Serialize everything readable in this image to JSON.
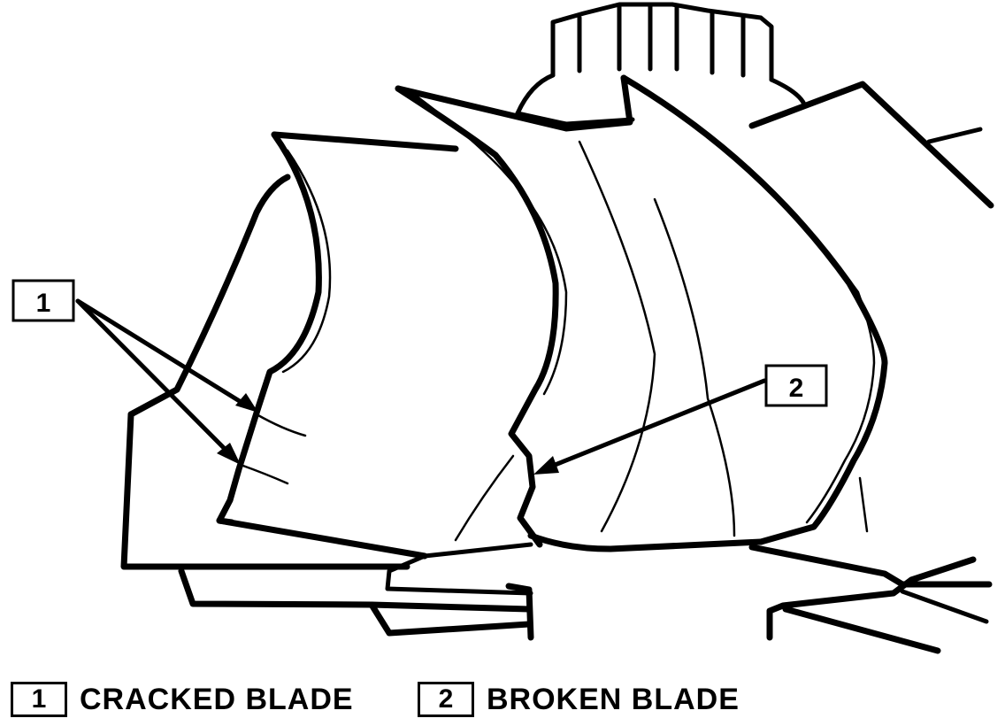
{
  "callouts": [
    {
      "number": "1"
    },
    {
      "number": "2"
    }
  ],
  "legend": [
    {
      "number": "1",
      "label": "CRACKED BLADE"
    },
    {
      "number": "2",
      "label": "BROKEN BLADE"
    }
  ]
}
